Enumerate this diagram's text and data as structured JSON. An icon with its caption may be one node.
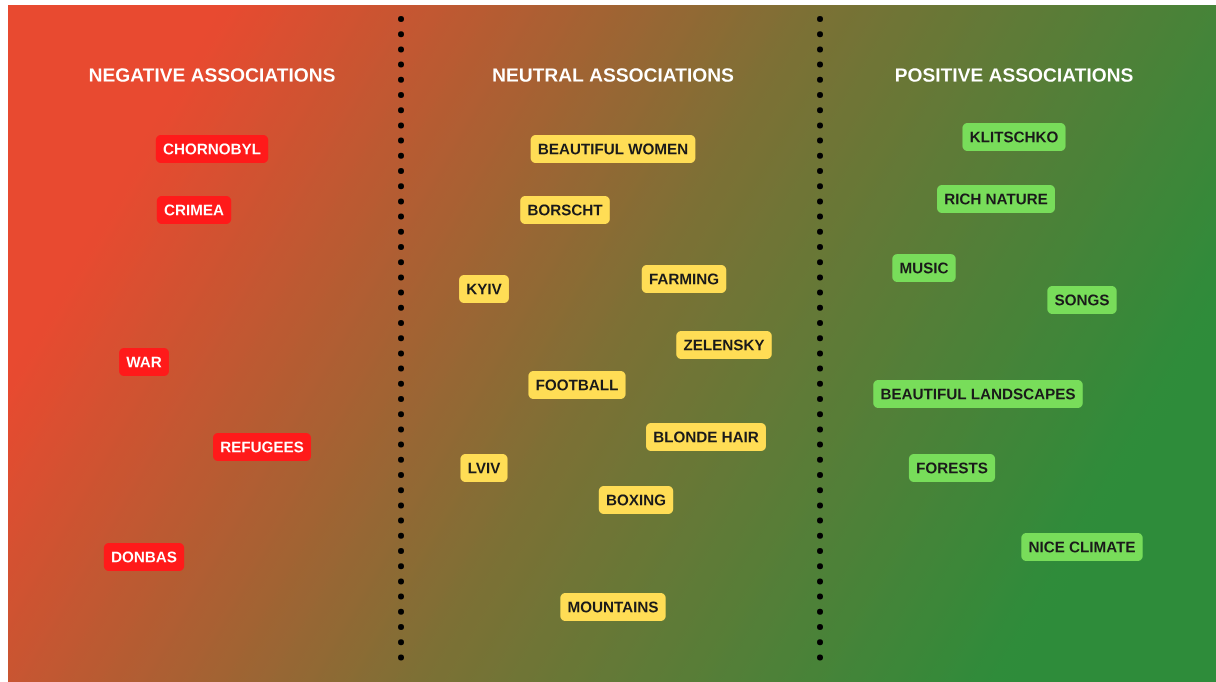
{
  "diagram": {
    "nodes": [
      {
        "text": [
          "CHORNOBYL"
        ]
      },
      {
        "text": [
          "CRIMEA"
        ]
      },
      {
        "text": [
          "WAR"
        ]
      },
      {
        "text": [
          "REFUGEES"
        ]
      },
      {
        "text": [
          "DONBAS"
        ]
      },
      {
        "text": [
          "BEAUTIFUL WOMEN"
        ]
      },
      {
        "text": [
          "BORSCHT"
        ]
      },
      {
        "text": [
          "FARMING"
        ]
      },
      {
        "text": [
          "KYIV"
        ]
      },
      {
        "text": [
          "ZELENSKY"
        ]
      },
      {
        "text": [
          "FOOTBALL"
        ]
      },
      {
        "text": [
          "BLONDE HAIR"
        ]
      },
      {
        "text": [
          "LVIV"
        ]
      },
      {
        "text": [
          "BOXING"
        ]
      },
      {
        "text": [
          "MOUNTAINS"
        ]
      },
      {
        "text": [
          "KLITSCHKO"
        ]
      },
      {
        "text": [
          "RICH NATURE"
        ]
      },
      {
        "text": [
          "MUSIC"
        ]
      },
      {
        "text": [
          "SONGS"
        ]
      },
      {
        "text": [
          "BEAUTIFUL LANDSCAPES"
        ]
      },
      {
        "text": [
          "FORESTS"
        ]
      },
      {
        "text": [
          "NICE CLIMATE"
        ]
      }
    ],
    "labels": [
      "NEGATIVE ASSOCIATIONS",
      "NEUTRAL ASSOCIATIONS",
      "POSITIVE ASSOCIATIONS"
    ]
  }
}
